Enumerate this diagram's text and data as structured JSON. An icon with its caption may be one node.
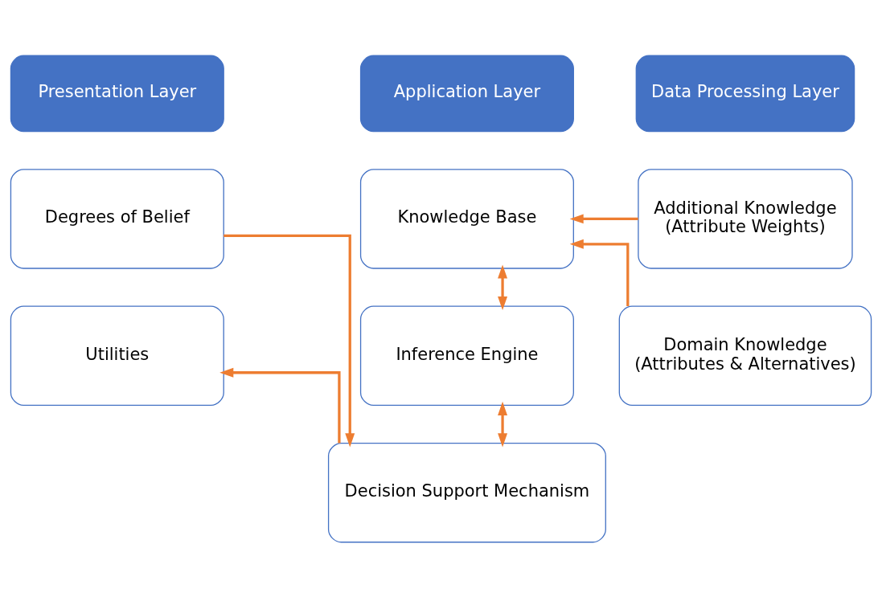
{
  "diagram": {
    "nodes": [
      {
        "text": [
          "Presentation Layer"
        ]
      },
      {
        "text": [
          "Application Layer"
        ]
      },
      {
        "text": [
          "Data Processing Layer"
        ]
      },
      {
        "text": [
          "Degrees of Belief"
        ]
      },
      {
        "text": [
          "Utilities"
        ]
      },
      {
        "text": [
          "Knowledge Base"
        ]
      },
      {
        "text": [
          "Inference Engine"
        ]
      },
      {
        "text": [
          "Decision Support Mechanism"
        ]
      },
      {
        "text": [
          "Additional Knowledge",
          "(Attribute Weights)"
        ]
      },
      {
        "text": [
          "Domain Knowledge",
          "(Attributes & Alternatives)"
        ]
      }
    ],
    "edges": [
      {
        "from": 8,
        "to": 5,
        "arrow": "to"
      },
      {
        "from": 9,
        "to": 5,
        "arrow": "to"
      },
      {
        "from": 5,
        "to": 6,
        "arrow": "both"
      },
      {
        "from": 6,
        "to": 7,
        "arrow": "both"
      },
      {
        "from": 3,
        "to": 7,
        "arrow": "to"
      },
      {
        "from": 7,
        "to": 4,
        "arrow": "to"
      }
    ]
  }
}
